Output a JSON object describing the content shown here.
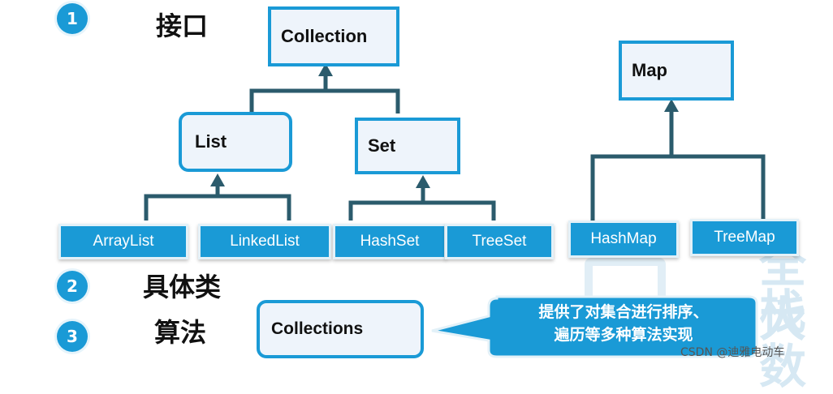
{
  "labels": {
    "interface": "接口",
    "concrete": "具体类",
    "algorithm": "算法"
  },
  "badges": [
    "1",
    "2",
    "3"
  ],
  "interfaces": {
    "collection": "Collection",
    "list": "List",
    "set": "Set",
    "map": "Map"
  },
  "classes": {
    "arraylist": "ArrayList",
    "linkedlist": "LinkedList",
    "hashset": "HashSet",
    "treeset": "TreeSet",
    "hashmap": "HashMap",
    "treemap": "TreeMap"
  },
  "algorithm_box": "Collections",
  "callout": {
    "line1": "提供了对集合进行排序、",
    "line2": "遍历等多种算法实现"
  },
  "watermark": {
    "line1": "全栈",
    "line2": "大数"
  },
  "footer": "CSDN @迪雅电动车",
  "colors": {
    "accent": "#1a9ad6",
    "connector": "#2b5b6c",
    "box_fill": "#eef4fb"
  }
}
